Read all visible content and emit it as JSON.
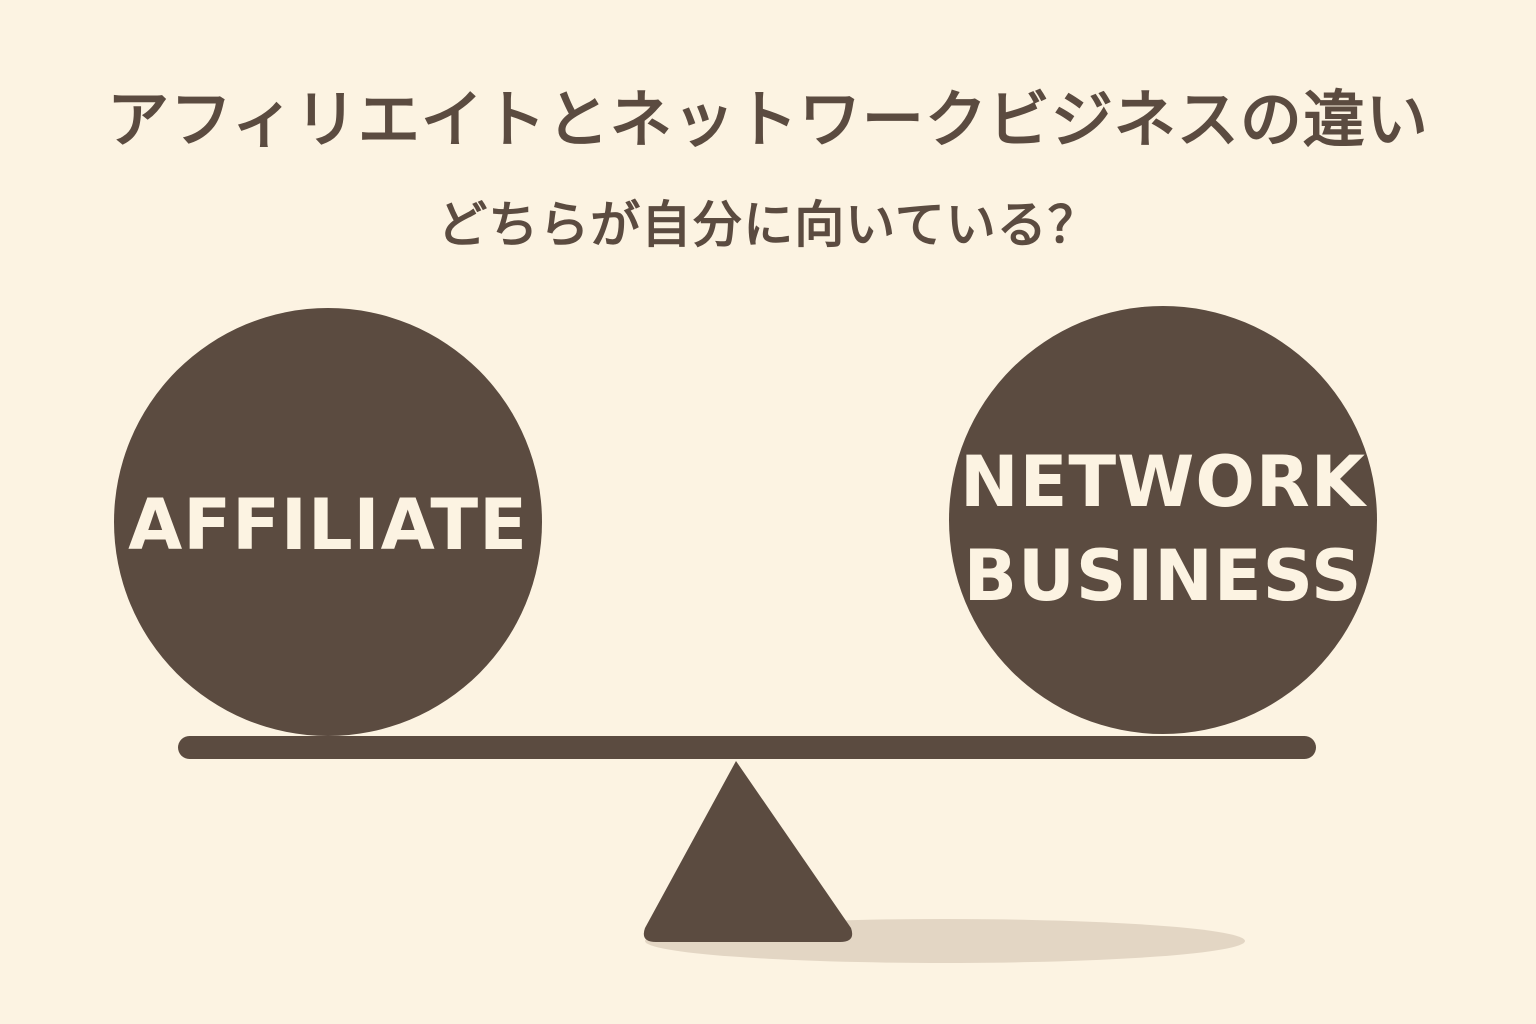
{
  "heading": {
    "title": "アフィリエイトとネットワークビジネスの違い",
    "subtitle": "どちらが自分に向いている？"
  },
  "scale": {
    "left_ball": {
      "label": "AFFILIATE"
    },
    "right_ball": {
      "label_line1": "NETWORK",
      "label_line2": "BUSINESS"
    }
  },
  "colors": {
    "background": "#fcf3e2",
    "dark_brown": "#5b4b40",
    "label_text": "#fcf3e2",
    "shadow": "#e3d6c4"
  }
}
